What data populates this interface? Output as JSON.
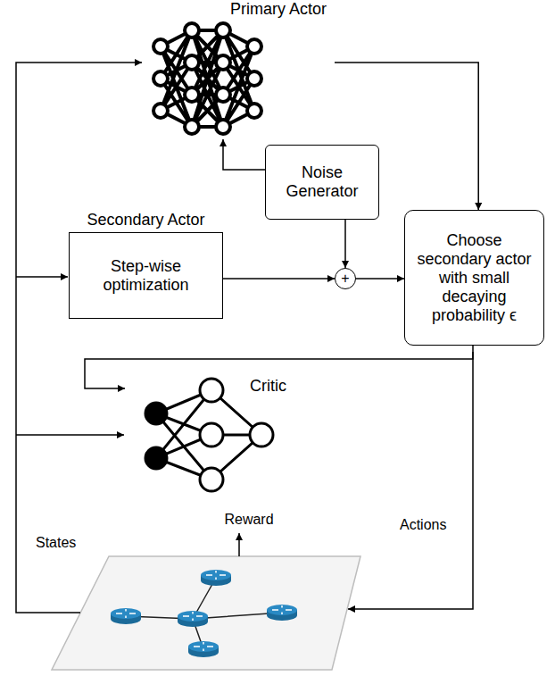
{
  "diagram": {
    "nodes": [
      {
        "text": [
          "Primary Actor"
        ]
      },
      {
        "text": [
          "Noise Generator"
        ]
      },
      {
        "text": [
          "Secondary Actor",
          "Step-wise optimization"
        ]
      },
      {
        "text": [
          "+"
        ]
      },
      {
        "text": [
          "Choose secondary actor with small decaying probability ϵ"
        ]
      },
      {
        "text": [
          "Critic"
        ]
      }
    ],
    "edges": [
      {
        "from": 0,
        "to": 4,
        "arrow": "to"
      },
      {
        "from": 1,
        "to": 0,
        "arrow": "to"
      },
      {
        "from": 1,
        "to": 3,
        "arrow": "to"
      },
      {
        "from": 2,
        "to": 3,
        "arrow": "to"
      },
      {
        "from": 3,
        "to": 4,
        "arrow": "to"
      },
      {
        "from": 4,
        "to": 5,
        "arrow": "to"
      }
    ],
    "labels": [
      "Reward",
      "States",
      "Actions"
    ]
  }
}
